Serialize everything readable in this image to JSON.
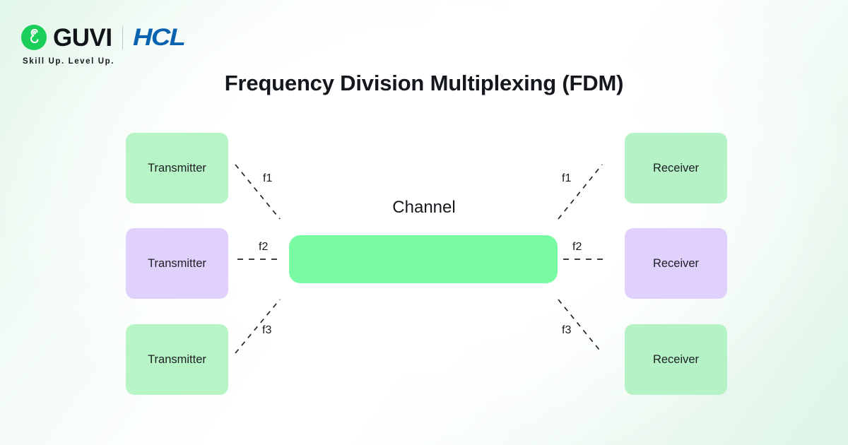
{
  "brand": {
    "logo_icon": "guvi-g-mark-icon",
    "name": "GUVI",
    "partner": "HCL",
    "tagline": "Skill Up. Level Up.",
    "guvi_green": "#1ACE5A",
    "hcl_blue": "#0A63B0"
  },
  "header": {
    "title": "Frequency Division Multiplexing (FDM)"
  },
  "diagram": {
    "channel_label": "Channel",
    "channel_color": "#79FBA3",
    "transmitters": [
      {
        "label": "Transmitter",
        "color": "#B7F5C7"
      },
      {
        "label": "Transmitter",
        "color": "#DFD1FB"
      },
      {
        "label": "Transmitter",
        "color": "#B7F5C7"
      }
    ],
    "receivers": [
      {
        "label": "Receiver",
        "color": "#B5F2C6"
      },
      {
        "label": "Receiver",
        "color": "#DFD1FB"
      },
      {
        "label": "Receiver",
        "color": "#B5F2C6"
      }
    ],
    "left_frequencies": [
      "f1",
      "f2",
      "f3"
    ],
    "right_frequencies": [
      "f1",
      "f2",
      "f3"
    ]
  }
}
